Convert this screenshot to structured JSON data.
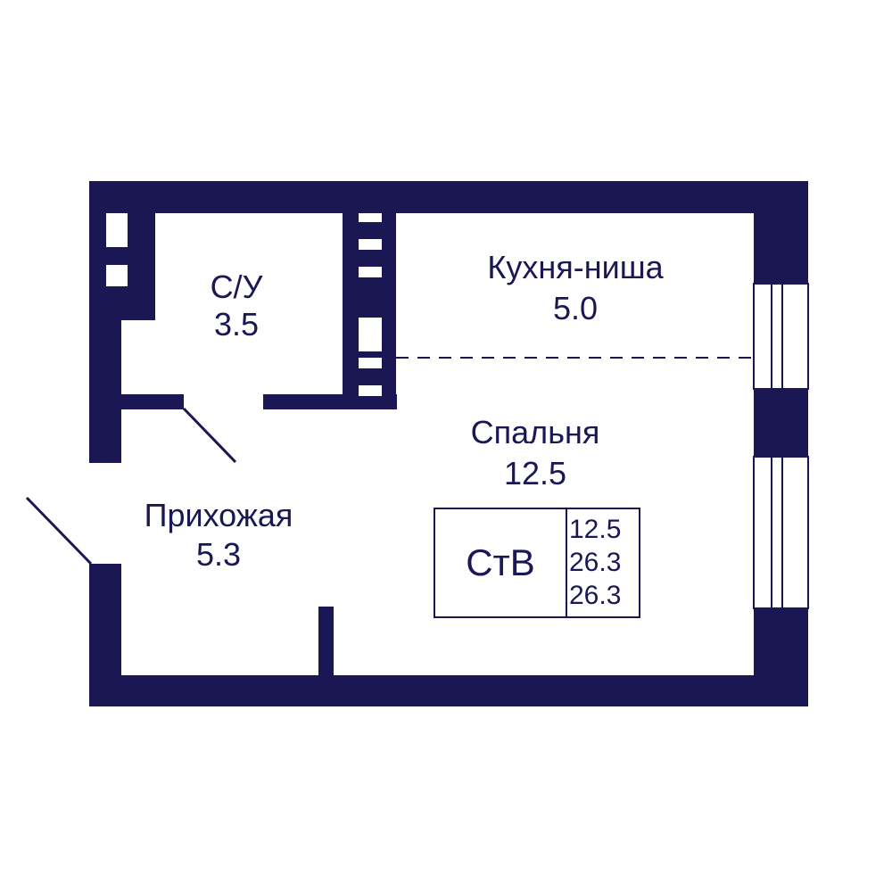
{
  "colors": {
    "wall": "#1a1754",
    "background": "#ffffff",
    "window_fill": "#ffffff"
  },
  "rooms": {
    "bathroom": {
      "name": "С/У",
      "area": "3.5"
    },
    "kitchen": {
      "name": "Кухня-ниша",
      "area": "5.0"
    },
    "bedroom": {
      "name": "Спальня",
      "area": "12.5"
    },
    "hallway": {
      "name": "Прихожая",
      "area": "5.3"
    }
  },
  "summary": {
    "type": "СтВ",
    "values": [
      "12.5",
      "26.3",
      "26.3"
    ]
  }
}
